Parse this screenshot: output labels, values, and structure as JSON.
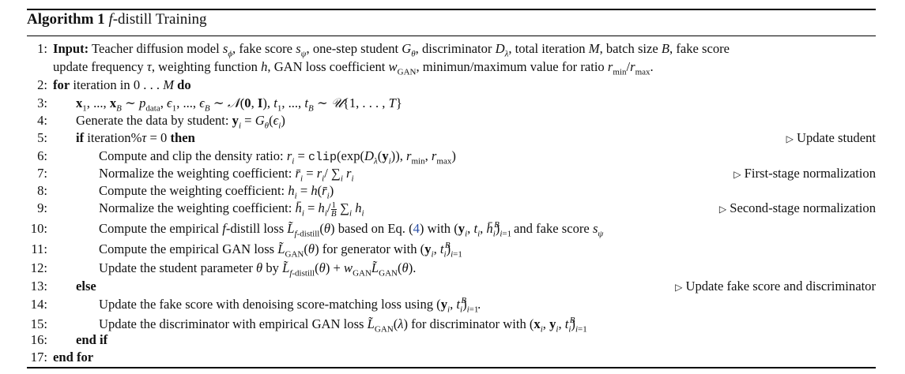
{
  "algorithm": {
    "title_label": "Algorithm 1",
    "title_f": "f",
    "title_rest": "-distill Training"
  },
  "lines": [
    {
      "n": "1:",
      "kw": "Input:",
      "text": " Teacher diffusion model s_ϕ, fake score s_ψ, one-step student G_θ, discriminator D_λ, total iteration M, batch size B, fake score"
    },
    {
      "n": "",
      "text": "update frequency τ, weighting function h, GAN loss coefficient w_GAN, minimun/maximum value for ratio r_min/r_max."
    },
    {
      "n": "2:",
      "kw": "for",
      "text": " iteration in 0 . . . M ",
      "kw2": "do"
    },
    {
      "n": "3:",
      "text": "x_1, ..., x_B ∼ p_data, ϵ_1, ..., ϵ_B ∼ N(0, I), t_1, ..., t_B ∼ U{1, . . . , T}"
    },
    {
      "n": "4:",
      "text": "Generate the data by student: y_i = G_θ(ϵ_i)"
    },
    {
      "n": "5:",
      "kw": "if",
      "text": " iteration%τ = 0 ",
      "kw2": "then",
      "comment": "Update student"
    },
    {
      "n": "6:",
      "text": "Compute and clip the density ratio: r_i = clip(exp(D_λ(y_i)), r_min, r_max)"
    },
    {
      "n": "7:",
      "text": "Normalize the weighting coefficient: r̄_i = r_i/∑_i r_i",
      "comment": "First-stage normalization"
    },
    {
      "n": "8:",
      "text": "Compute the weighting coefficient: h_i = h(r̄_i)"
    },
    {
      "n": "9:",
      "text": "Normalize the weighting coefficient: h̄_i = h_i/(1/B) ∑_i h_i",
      "comment": "Second-stage normalization"
    },
    {
      "n": "10:",
      "text": "Compute the empirical f-distill loss L̃_f-distill(θ) based on Eq. (4) with (y_i, t_i, h̄_i)_{i=1}^B and fake score s_ψ"
    },
    {
      "n": "11:",
      "text": "Compute the empirical GAN loss L̃_GAN(θ) for generator with (y_i, t_i)_{i=1}^B"
    },
    {
      "n": "12:",
      "text": "Update the student parameter θ by L̃_f-distill(θ) + w_GAN L̃_GAN(θ)."
    },
    {
      "n": "13:",
      "kw": "else",
      "comment": "Update fake score and discriminator"
    },
    {
      "n": "14:",
      "text": "Update the fake score with denoising score-matching loss using (y_i, t_i)_{i=1}^B."
    },
    {
      "n": "15:",
      "text": "Update the discriminator with empirical GAN loss L̃_GAN(λ) for discriminator with (x_i, y_i, t_i)_{i=1}^B"
    },
    {
      "n": "16:",
      "kw": "end if"
    },
    {
      "n": "17:",
      "kw": "end for"
    }
  ]
}
